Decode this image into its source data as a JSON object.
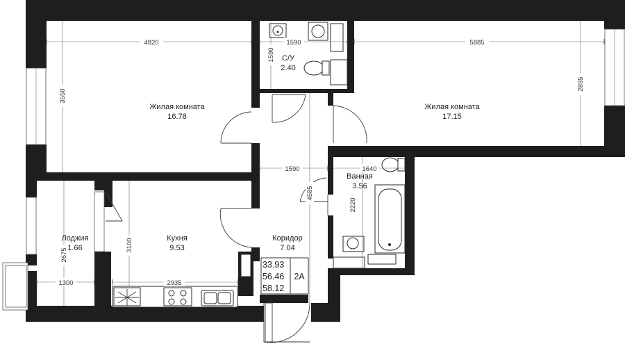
{
  "rooms": {
    "living1": {
      "name": "Жилая комната",
      "area": "16.78"
    },
    "living2": {
      "name": "Жилая комната",
      "area": "17.15"
    },
    "wc": {
      "name": "С/У",
      "area": "2.40"
    },
    "bath": {
      "name": "Ванная",
      "area": "3.56"
    },
    "kitchen": {
      "name": "Кухня",
      "area": "9.53"
    },
    "loggia": {
      "name": "Лоджия",
      "area": "1.66"
    },
    "corridor": {
      "name": "Коридор",
      "area": "7.04"
    }
  },
  "dims": {
    "living1_w": "4820",
    "living1_h": "3550",
    "wc_w": "1590",
    "wc_h": "1590",
    "living2_w": "5885",
    "living2_h": "2895",
    "corridor_w": "1590",
    "corridor_h": "4585",
    "bath_w": "1640",
    "bath_h": "2220",
    "kitchen_h": "3100",
    "kitchen_w": "2935",
    "loggia_h": "2675",
    "loggia_w": "1300"
  },
  "summary": {
    "living_area": "33.93",
    "total_area": "56.46",
    "total_with_loggia": "58.12",
    "apartment_type": "2A"
  }
}
